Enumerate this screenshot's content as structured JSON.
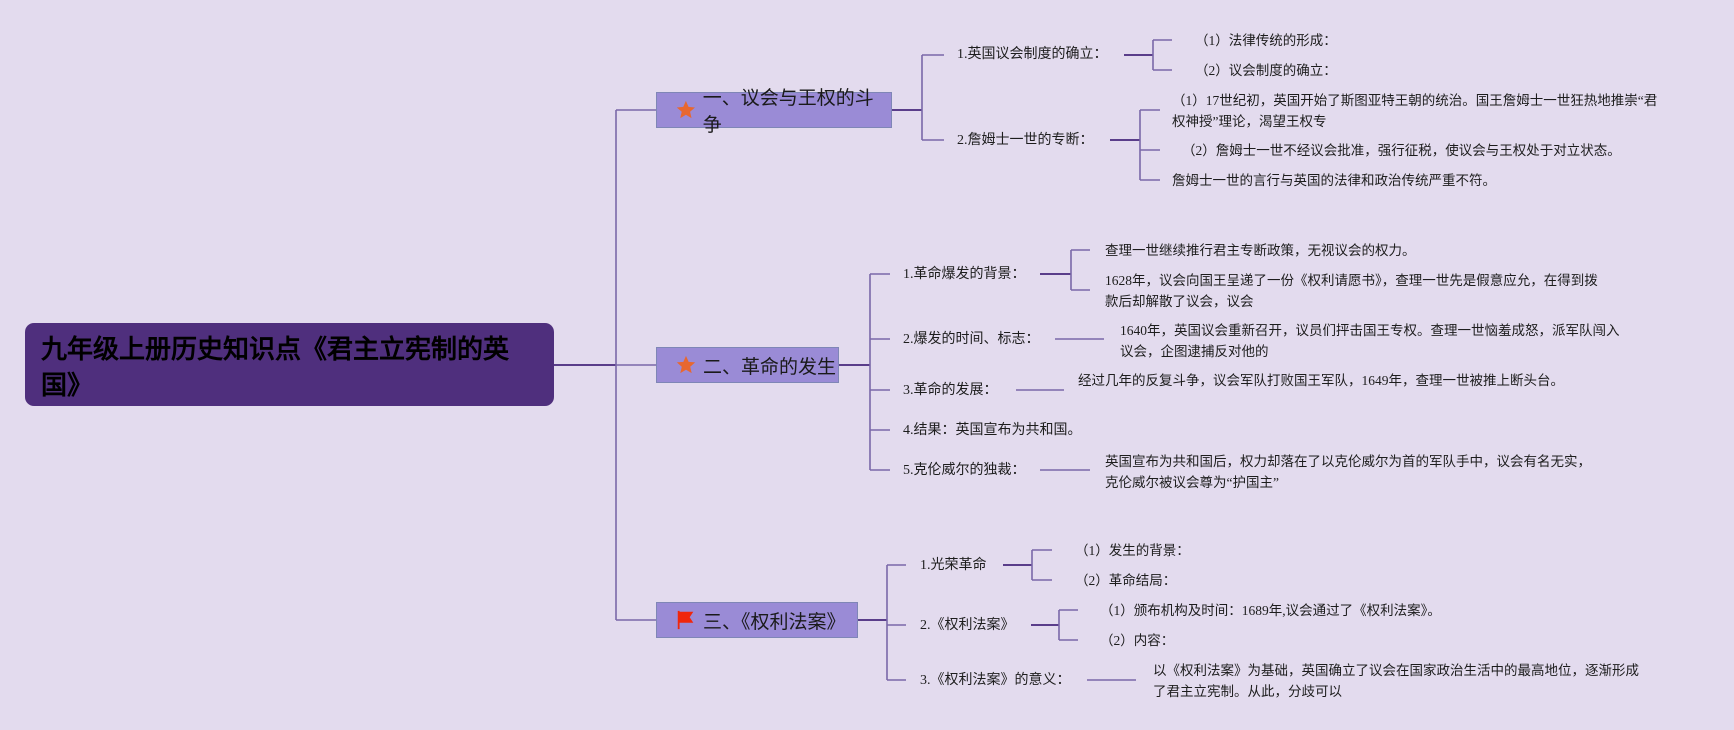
{
  "root": {
    "title": "九年级上册历史知识点《君主立宪制的英国》"
  },
  "colors": {
    "background": "#e3dbee",
    "root": "#4f2f7d",
    "branch": "#9a8bd6",
    "line": "#7a68a8",
    "star": "#e8672f",
    "flag": "#f0260c"
  },
  "branches": [
    {
      "label": "一、议会与王权的斗争",
      "icon": "star-icon",
      "children": [
        {
          "label": "1.英国议会制度的确立：",
          "leaves": [
            "（1）法律传统的形成：",
            "（2）议会制度的确立："
          ]
        },
        {
          "label": "2.詹姆士一世的专断：",
          "leaves": [
            "（1）17世纪初，英国开始了斯图亚特王朝的统治。国王詹姆士一世狂热地推崇“君权神授”理论，渴望王权专",
            "（2）詹姆士一世不经议会批准，强行征税，使议会与王权处于对立状态。",
            "詹姆士一世的言行与英国的法律和政治传统严重不符。"
          ]
        }
      ]
    },
    {
      "label": "二、革命的发生",
      "icon": "star-icon",
      "children": [
        {
          "label": "1.革命爆发的背景：",
          "leaves": [
            "查理一世继续推行君主专断政策，无视议会的权力。",
            "1628年，议会向国王呈递了一份《权利请愿书》，查理一世先是假意应允，在得到拨款后却解散了议会，议会"
          ]
        },
        {
          "label": "2.爆发的时间、标志：",
          "leaves": [
            "1640年，英国议会重新召开，议员们抨击国王专权。查理一世恼羞成怒，派军队闯入议会，企图逮捕反对他的"
          ]
        },
        {
          "label": "3.革命的发展：",
          "leaves": [
            "经过几年的反复斗争，议会军队打败国王军队，1649年，查理一世被推上断头台。"
          ]
        },
        {
          "label": "4.结果：英国宣布为共和国。",
          "leaves": []
        },
        {
          "label": "5.克伦威尔的独裁：",
          "leaves": [
            "英国宣布为共和国后，权力却落在了以克伦威尔为首的军队手中，议会有名无实，克伦威尔被议会尊为“护国主”"
          ]
        }
      ]
    },
    {
      "label": "三、《权利法案》",
      "icon": "flag-icon",
      "children": [
        {
          "label": "1.光荣革命",
          "leaves": [
            "（1）发生的背景：",
            "（2）革命结局："
          ]
        },
        {
          "label": "2.《权利法案》",
          "leaves": [
            "（1）颁布机构及时间：1689年,议会通过了《权利法案》。",
            "（2）内容："
          ]
        },
        {
          "label": "3.《权利法案》的意义：",
          "leaves": [
            "以《权利法案》为基础，英国确立了议会在国家政治生活中的最高地位，逐渐形成了君主立宪制。从此，分歧可以"
          ]
        }
      ]
    }
  ]
}
